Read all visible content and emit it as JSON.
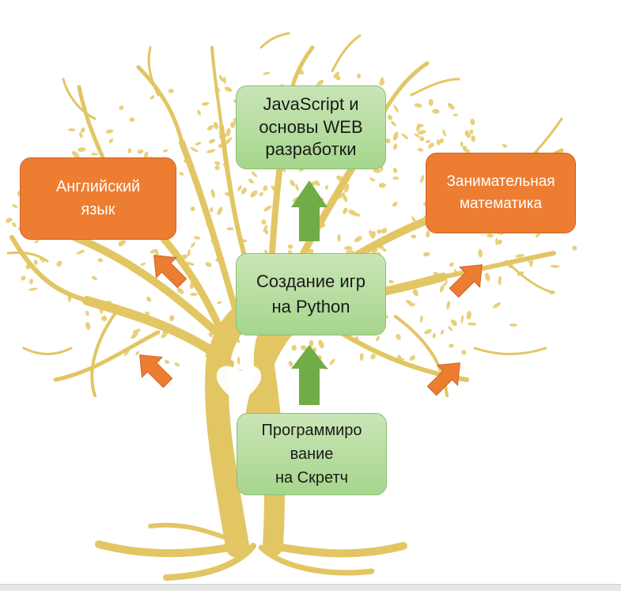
{
  "diagram": {
    "boxes": {
      "javascript": "JavaScript и\nосновы  WEB\nразработки",
      "english": "Английский\nязык",
      "math": "Занимательная\nматематика",
      "python": "Создание игр\nна Python",
      "scratch": "Программиро\nвание\nна Скретч"
    },
    "colors": {
      "green_box": "#a9d18e",
      "orange_box": "#ed7d31",
      "green_arrow": "#70ad47",
      "orange_arrow": "#ed7d31",
      "tree": "#e2c45a"
    },
    "icons": {
      "background": "golden-tree-illustration",
      "arrows": "block-arrow"
    }
  }
}
